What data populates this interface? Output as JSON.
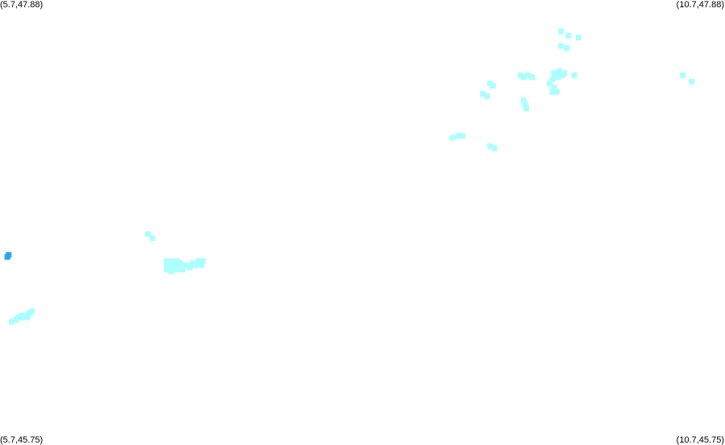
{
  "corners": {
    "top_left": "(5.7,47.88)",
    "top_right": "(10.7,47.88)",
    "bottom_left": "(5.7,45.75)",
    "bottom_right": "(10.7,45.75)"
  },
  "extent": {
    "lon_min": 5.7,
    "lon_max": 10.7,
    "lat_min": 45.75,
    "lat_max": 47.88
  },
  "colors": {
    "background": "#ffffff",
    "point": "#aaffff",
    "highlight": "#2aa5f0"
  },
  "chart_data": {
    "type": "scatter",
    "series": [
      {
        "values": [
          [
            9.57,
            47.73
          ],
          [
            9.62,
            47.71
          ],
          [
            9.69,
            47.7
          ],
          [
            9.57,
            47.66
          ],
          [
            9.61,
            47.65
          ],
          [
            9.52,
            47.53
          ],
          [
            9.56,
            47.54
          ],
          [
            9.55,
            47.53
          ],
          [
            9.59,
            47.53
          ],
          [
            9.53,
            47.52
          ],
          [
            9.58,
            47.52
          ],
          [
            9.66,
            47.52
          ],
          [
            9.55,
            47.51
          ],
          [
            9.51,
            47.5
          ],
          [
            9.49,
            47.48
          ],
          [
            9.52,
            47.46
          ],
          [
            9.51,
            47.44
          ],
          [
            9.54,
            47.44
          ],
          [
            9.29,
            47.52
          ],
          [
            9.34,
            47.52
          ],
          [
            9.31,
            47.51
          ],
          [
            9.37,
            47.51
          ],
          [
            9.1,
            47.47
          ],
          [
            9.08,
            47.48
          ],
          [
            9.03,
            47.43
          ],
          [
            9.06,
            47.42
          ],
          [
            9.31,
            47.4
          ],
          [
            9.32,
            47.38
          ],
          [
            9.33,
            47.36
          ],
          [
            10.41,
            47.52
          ],
          [
            10.47,
            47.49
          ],
          [
            8.82,
            47.22
          ],
          [
            8.86,
            47.23
          ],
          [
            8.89,
            47.23
          ],
          [
            9.08,
            47.18
          ],
          [
            9.11,
            47.17
          ],
          [
            6.72,
            46.76
          ],
          [
            6.75,
            46.74
          ],
          [
            6.85,
            46.63
          ],
          [
            6.88,
            46.63
          ],
          [
            6.89,
            46.62
          ],
          [
            6.92,
            46.63
          ],
          [
            6.85,
            46.61
          ],
          [
            6.88,
            46.6
          ],
          [
            6.91,
            46.61
          ],
          [
            6.94,
            46.62
          ],
          [
            6.96,
            46.61
          ],
          [
            6.99,
            46.61
          ],
          [
            7.03,
            46.62
          ],
          [
            7.07,
            46.63
          ],
          [
            7.1,
            46.63
          ],
          [
            6.85,
            46.59
          ],
          [
            6.88,
            46.58
          ],
          [
            6.92,
            46.59
          ],
          [
            6.96,
            46.59
          ],
          [
            7.01,
            46.6
          ],
          [
            7.05,
            46.61
          ],
          [
            7.09,
            46.61
          ],
          [
            5.78,
            46.34
          ],
          [
            5.81,
            46.35
          ],
          [
            5.83,
            46.36
          ],
          [
            5.86,
            46.36
          ],
          [
            5.88,
            46.37
          ],
          [
            5.9,
            46.38
          ],
          [
            5.92,
            46.39
          ],
          [
            5.85,
            46.37
          ],
          [
            5.89,
            46.36
          ]
        ]
      },
      {
        "values": [
          [
            5.75,
            46.65
          ],
          [
            5.76,
            46.66
          ]
        ]
      }
    ]
  }
}
